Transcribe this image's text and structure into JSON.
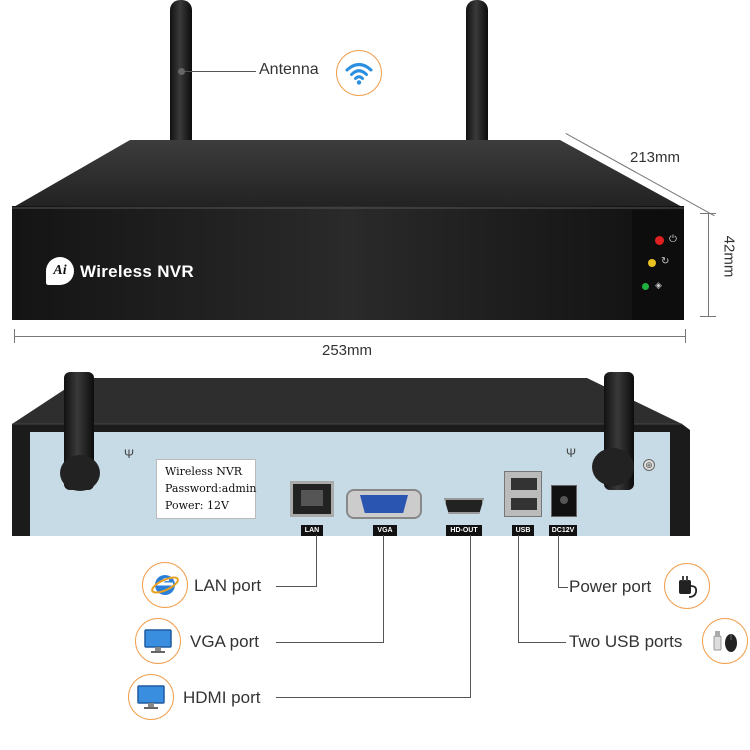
{
  "top_device": {
    "brand_logo_text": "Ai",
    "brand_name": "Wireless NVR",
    "antenna_label": "Antenna",
    "antenna_icon": "wifi-icon",
    "width_dim": "253mm",
    "depth_dim": "213mm",
    "height_dim": "42mm",
    "led_colors": [
      "#e02020",
      "#e8c020",
      "#20b040"
    ]
  },
  "back_device": {
    "sticker": {
      "line1": "Wireless NVR",
      "line2": "Password:admin",
      "line3": "Power: 12V"
    },
    "port_labels": {
      "lan": "LAN",
      "vga": "VGA",
      "hdmi": "HD-OUT",
      "usb": "USB",
      "dc": "DC12V"
    },
    "panel_color": "#c7dbe6"
  },
  "ports": {
    "lan": {
      "label": "LAN port",
      "icon": "browser-globe-icon"
    },
    "vga": {
      "label": "VGA port",
      "icon": "monitor-icon"
    },
    "hdmi": {
      "label": "HDMI port",
      "icon": "monitor-icon"
    },
    "power": {
      "label": "Power port",
      "icon": "power-adapter-icon"
    },
    "usb": {
      "label": "Two USB ports",
      "icon": "usb-mouse-icon"
    }
  },
  "accent_color": "#f0a050"
}
